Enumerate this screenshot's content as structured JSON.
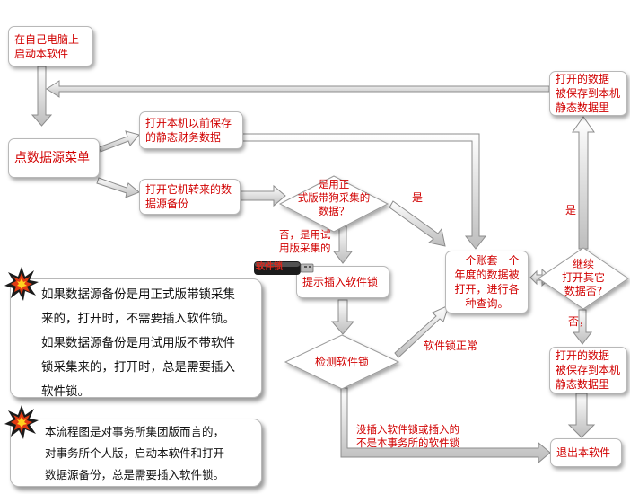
{
  "nodes": {
    "start": "在自己电脑上\n启动本软件",
    "menu": "点数据源菜单",
    "open_local": "打开本机以前保存\n的静态财务数据",
    "open_other": "打开它机转来的数\n据源备份",
    "decision_dongle": "是用正\n式版带狗采集的\n数据？",
    "prompt_insert": "提示插入软件锁",
    "check_lock": "检测软件锁",
    "account_open": "一个账套一个\n年度的数据被\n打开，进行各\n种查询。",
    "continue": "继续\n打开其它\n数据否?",
    "save_top": "打开的数据\n被保存到本机\n静态数据里",
    "save_bottom": "打开的数据\n被保存到本机\n静态数据里",
    "exit": "退出本软件"
  },
  "edge_labels": {
    "yes1": "是",
    "no_trial": "否，是用试\n用版采集的",
    "lock_ok": "软件锁正常",
    "yes2": "是",
    "no2": "否，",
    "no_lock": "没插入软件锁或插入的\n不是本事务所的软件锁"
  },
  "usb_label": "软件锁",
  "notes": {
    "note1": [
      "如果数据源备份是用正式版带锁采集",
      "来的，打开时，不需要插入软件锁。",
      "如果数据源备份是用试用版不带软件",
      "锁采集来的，打开时，总是需要插入",
      "软件锁。"
    ],
    "note2": [
      "本流程图是对事务所集团版而言的，",
      "对事务所个人版，启动本软件和打开",
      "数据源备份，总是需要插入软件锁。"
    ]
  },
  "icons": [
    "explosion-icon",
    "usb-dongle-icon"
  ]
}
